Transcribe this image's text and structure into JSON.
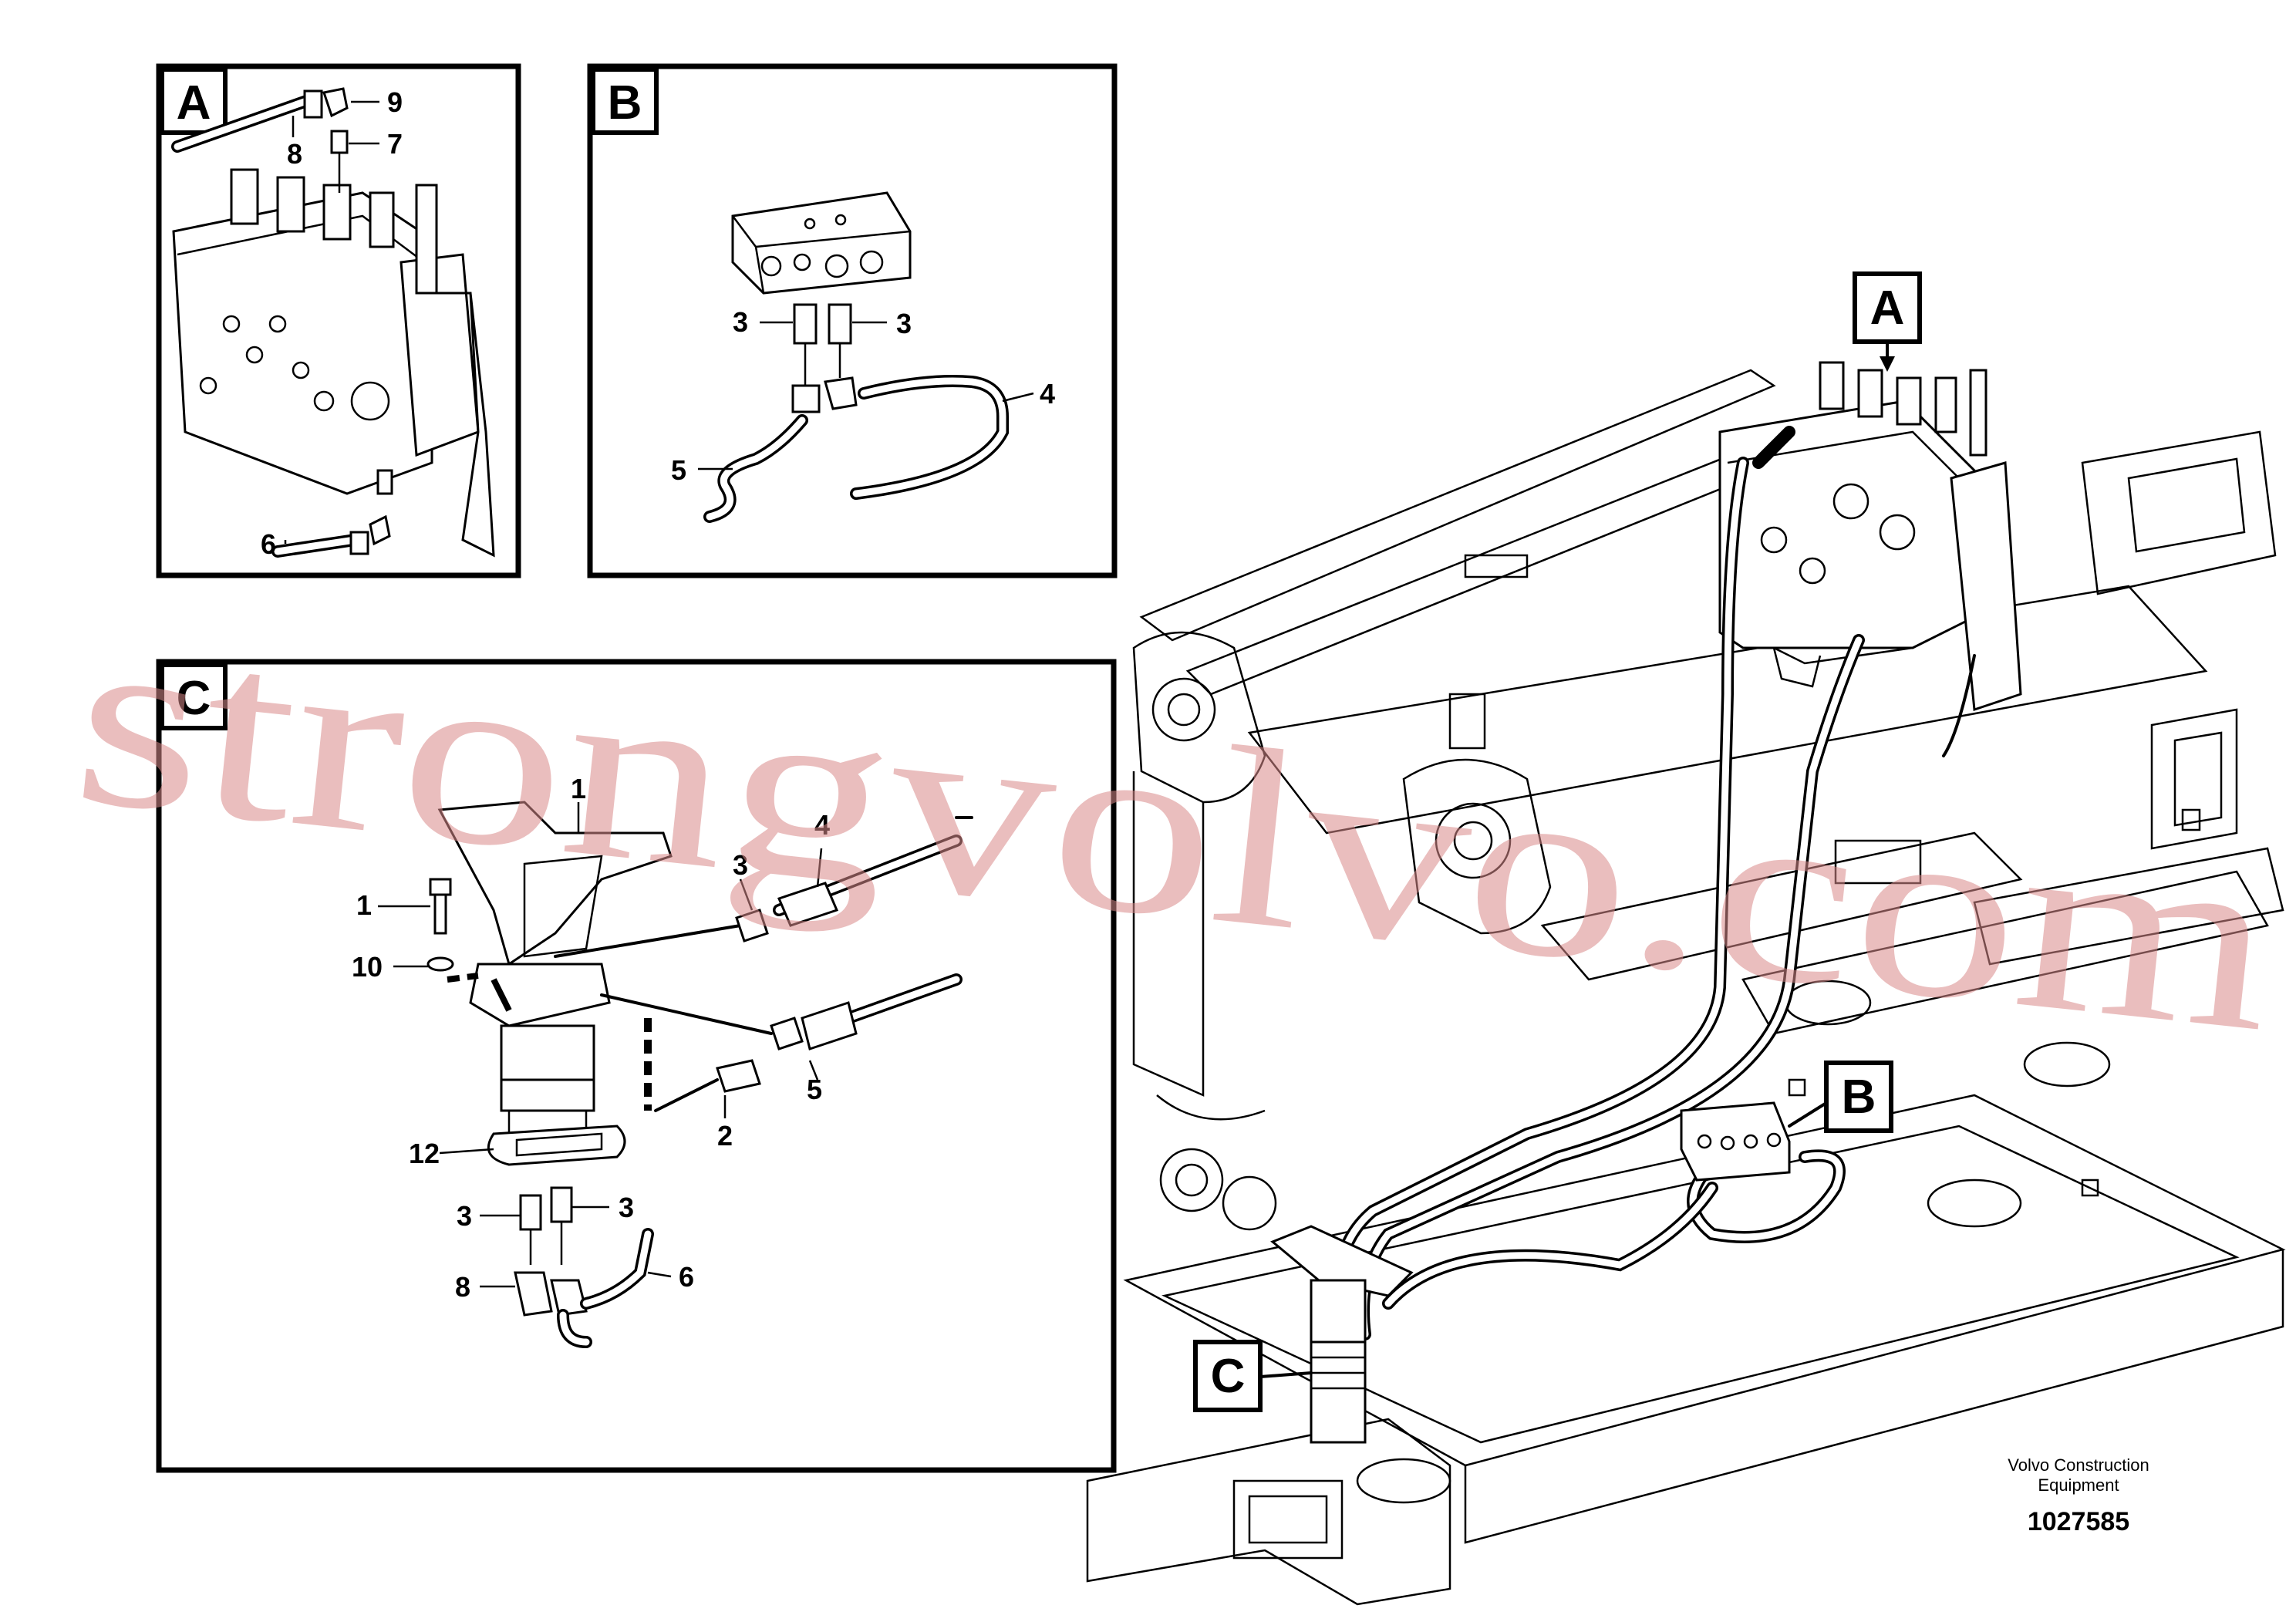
{
  "panels": {
    "A": {
      "letter": "A",
      "callouts": [
        "9",
        "8",
        "7",
        "6"
      ]
    },
    "B": {
      "letter": "B",
      "callouts": [
        "3",
        "3",
        "4",
        "5"
      ]
    },
    "C": {
      "letter": "C",
      "callouts": [
        "1",
        "1",
        "3",
        "4",
        "10",
        "5",
        "2",
        "12",
        "3",
        "3",
        "8",
        "6"
      ]
    }
  },
  "main_labels": {
    "A": "A",
    "B": "B",
    "C": "C"
  },
  "footer": {
    "brand_line1": "Volvo Construction",
    "brand_line2": "Equipment",
    "drawing_number": "1027585"
  },
  "watermark": "strongvolvo.com"
}
